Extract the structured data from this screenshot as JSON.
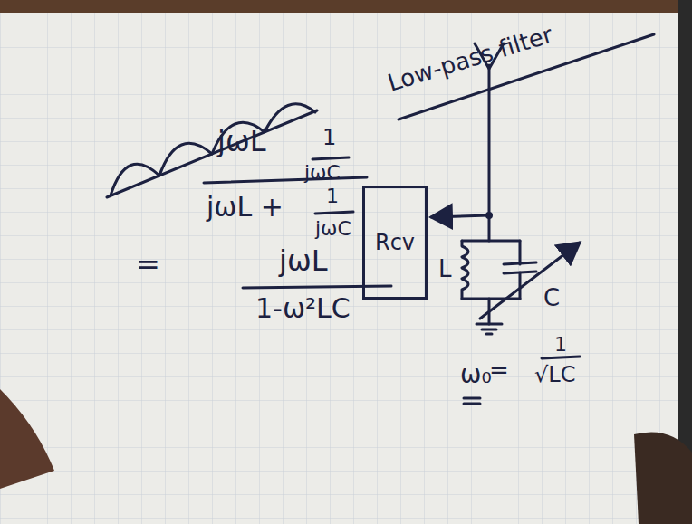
{
  "diagram": {
    "nodes": [
      {
        "text": [
          "Rcv"
        ]
      }
    ],
    "labels": [
      "Low-pass filter",
      "jωL",
      "1",
      "jωC",
      "jωL +",
      "1",
      "jωC",
      "=",
      "jωL",
      "1-ω²LC",
      "L",
      "C",
      "ω₀",
      "=",
      "1",
      "√LC"
    ]
  }
}
